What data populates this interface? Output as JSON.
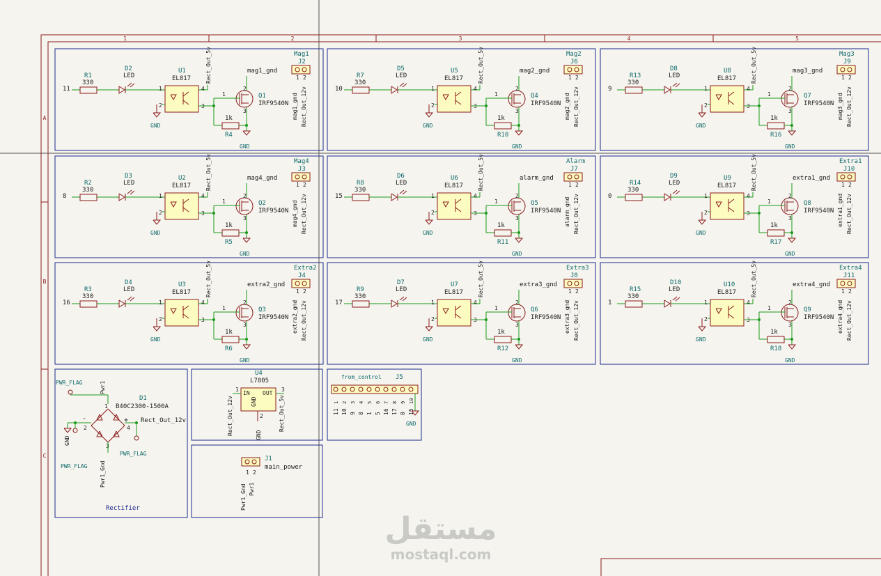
{
  "colors": {
    "background": "#f5f4ef",
    "border": "#8b1a1a",
    "sheet_box": "#1a2a8c",
    "wire": "#1a9a1a",
    "component": "#8b1a1a",
    "component_fill": "#fdfcc0",
    "label_teal": "#0f6a6a",
    "text_dark": "#202020",
    "crosshair": "#555555"
  },
  "frame": {
    "col_labels": [
      "1",
      "2",
      "3",
      "4",
      "5"
    ],
    "row_labels": [
      "A",
      "B",
      "C"
    ]
  },
  "channels": [
    {
      "name": "Mag1",
      "conn": "J2",
      "input": "11",
      "r_in": "R1",
      "led": "D2",
      "opto": "U1",
      "mos": "Q1",
      "r_pd": "R4",
      "gnd_net": "mag1_gnd"
    },
    {
      "name": "Mag2",
      "conn": "J6",
      "input": "10",
      "r_in": "R7",
      "led": "D5",
      "opto": "U5",
      "mos": "Q4",
      "r_pd": "R10",
      "gnd_net": "mag2_gnd"
    },
    {
      "name": "Mag3",
      "conn": "J9",
      "input": "9",
      "r_in": "R13",
      "led": "D8",
      "opto": "U8",
      "mos": "Q7",
      "r_pd": "R16",
      "gnd_net": "mag3_gnd"
    },
    {
      "name": "Mag4",
      "conn": "J3",
      "input": "8",
      "r_in": "R2",
      "led": "D3",
      "opto": "U2",
      "mos": "Q2",
      "r_pd": "R5",
      "gnd_net": "mag4_gnd"
    },
    {
      "name": "Alarm",
      "conn": "J7",
      "input": "15",
      "r_in": "R8",
      "led": "D6",
      "opto": "U6",
      "mos": "Q5",
      "r_pd": "R11",
      "gnd_net": "alarm_gnd"
    },
    {
      "name": "Extra1",
      "conn": "J10",
      "input": "0",
      "r_in": "R14",
      "led": "D9",
      "opto": "U9",
      "mos": "Q8",
      "r_pd": "R17",
      "gnd_net": "extra1_gnd"
    },
    {
      "name": "Extra2",
      "conn": "J4",
      "input": "16",
      "r_in": "R3",
      "led": "D4",
      "opto": "U3",
      "mos": "Q3",
      "r_pd": "R6",
      "gnd_net": "extra2_gnd"
    },
    {
      "name": "Extra3",
      "conn": "J8",
      "input": "17",
      "r_in": "R9",
      "led": "D7",
      "opto": "U7",
      "mos": "Q6",
      "r_pd": "R12",
      "gnd_net": "extra3_gnd"
    },
    {
      "name": "Extra4",
      "conn": "J11",
      "input": "1",
      "r_in": "R15",
      "led": "D10",
      "opto": "U10",
      "mos": "Q9",
      "r_pd": "R18",
      "gnd_net": "extra4_gnd"
    }
  ],
  "channel_common": {
    "r_in_value": "330",
    "led_value": "LED",
    "opto_value": "EL817",
    "mos_value": "IRF9540N",
    "r_pd_value": "1k",
    "gnd": "GND",
    "rect5v": "Rect_Out_5v",
    "rect12v": "Rect_Out_12v",
    "pin1": "1",
    "pin2": "2",
    "pin3": "3",
    "pin4": "4"
  },
  "rectifier": {
    "title": "Rectifier",
    "ref": "D1",
    "value": "B40C2300-1500A",
    "pwr_flag": "PWR_FLAG",
    "pwr1": "Pwr1",
    "pwr1_gnd": "Pwr1_Gnd",
    "out": "Rect_Out_12v",
    "gnd": "GND",
    "minus": "-",
    "plus": "+",
    "pin1": "1",
    "pin2": "2",
    "pin3": "3",
    "pin4": "4"
  },
  "regulator": {
    "ref": "U4",
    "value": "L7805",
    "in_label": "IN",
    "out_label": "OUT",
    "gnd_label": "GND",
    "pin1": "1",
    "pin2": "2",
    "pin3": "3",
    "net_in": "Rect_Out_12v",
    "net_out": "Rect_Out_5v",
    "gnd": "GND"
  },
  "main_power": {
    "ref": "J1",
    "value": "main_power",
    "pin1_net": "Pwr1_Gnd",
    "pin2_net": "Pwr1",
    "pin1": "1",
    "pin2": "2"
  },
  "from_control": {
    "title": "from_control",
    "ref": "J5",
    "gnd": "GND",
    "pins": [
      "1",
      "2",
      "3",
      "4",
      "5",
      "6",
      "7",
      "8",
      "9",
      "10"
    ],
    "nets": [
      "11",
      "10",
      "9",
      "8",
      "1",
      "5",
      "16",
      "17",
      "0",
      "15"
    ]
  },
  "watermark": {
    "arabic": "مستقل",
    "latin": "mostaql.com"
  }
}
